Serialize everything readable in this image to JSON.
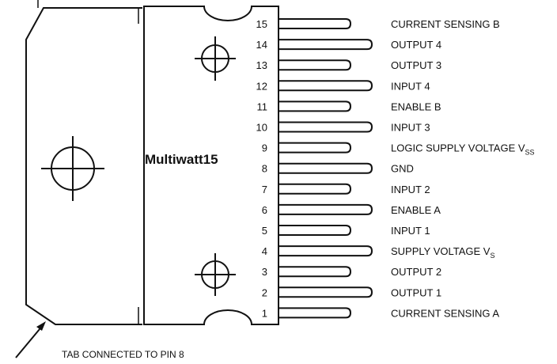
{
  "package": {
    "name": "Multiwatt15",
    "tab_note": "TAB CONNECTED TO PIN 8"
  },
  "pins": [
    {
      "number": "15",
      "label": "CURRENT SENSING B",
      "sub": ""
    },
    {
      "number": "14",
      "label": "OUTPUT 4",
      "sub": ""
    },
    {
      "number": "13",
      "label": "OUTPUT 3",
      "sub": ""
    },
    {
      "number": "12",
      "label": "INPUT 4",
      "sub": ""
    },
    {
      "number": "11",
      "label": "ENABLE B",
      "sub": ""
    },
    {
      "number": "10",
      "label": "INPUT 3",
      "sub": ""
    },
    {
      "number": "9",
      "label": "LOGIC SUPPLY VOLTAGE V",
      "sub": "SS"
    },
    {
      "number": "8",
      "label": "GND",
      "sub": ""
    },
    {
      "number": "7",
      "label": "INPUT 2",
      "sub": ""
    },
    {
      "number": "6",
      "label": "ENABLE A",
      "sub": ""
    },
    {
      "number": "5",
      "label": "INPUT 1",
      "sub": ""
    },
    {
      "number": "4",
      "label": "SUPPLY VOLTAGE V",
      "sub": "S"
    },
    {
      "number": "3",
      "label": "OUTPUT 2",
      "sub": ""
    },
    {
      "number": "2",
      "label": "OUTPUT 1",
      "sub": ""
    },
    {
      "number": "1",
      "label": "CURRENT SENSING A",
      "sub": ""
    }
  ]
}
